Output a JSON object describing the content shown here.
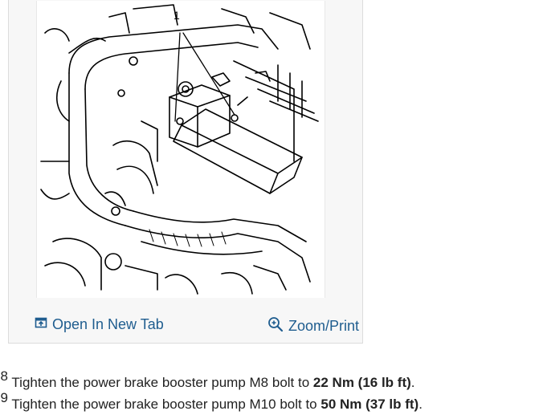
{
  "figure": {
    "callout": "1",
    "open_tab_label": "Open In New Tab",
    "zoom_label": "Zoom/Print",
    "icons": [
      "open-new-tab-icon",
      "zoom-icon"
    ]
  },
  "steps": [
    {
      "number": "8.",
      "text": "Tighten the power brake booster pump M8 bolt to ",
      "torque": "22 Nm (16 lb ft)",
      "end": "."
    },
    {
      "number": "9.",
      "text": "Tighten the power brake booster pump M10 bolt to ",
      "torque": "50 Nm (37 lb ft)",
      "end": "."
    }
  ],
  "colors": {
    "link": "#1f5d8f",
    "card_bg": "#f7f7f7",
    "text": "#222222"
  }
}
